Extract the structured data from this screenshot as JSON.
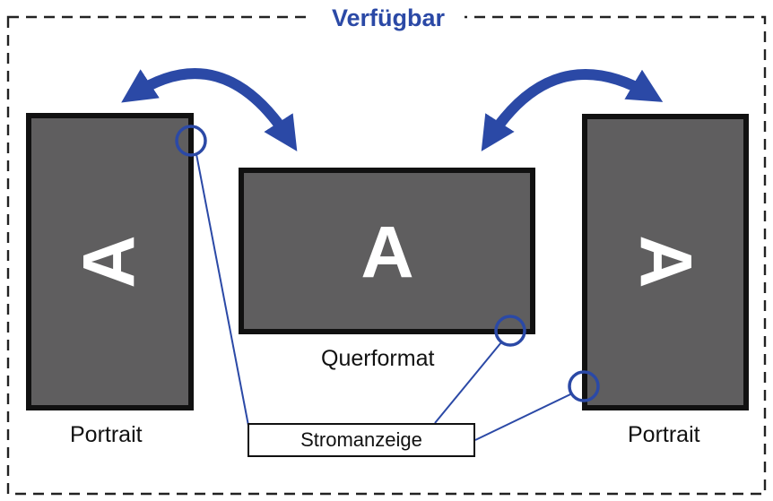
{
  "frame_label": "Verfügbar",
  "screens": [
    {
      "orientation_label": "Portrait",
      "glyph": "A",
      "glyph_rotation_deg": -90
    },
    {
      "orientation_label": "Querformat",
      "glyph": "A",
      "glyph_rotation_deg": 0
    },
    {
      "orientation_label": "Portrait",
      "glyph": "A",
      "glyph_rotation_deg": 90
    }
  ],
  "indicator_label": "Stromanzeige",
  "colors": {
    "accent": "#2b49a6",
    "screen_fill": "#5f5e5f",
    "screen_border": "#111111",
    "frame_dash": "#222222",
    "glyph": "#ffffff"
  }
}
